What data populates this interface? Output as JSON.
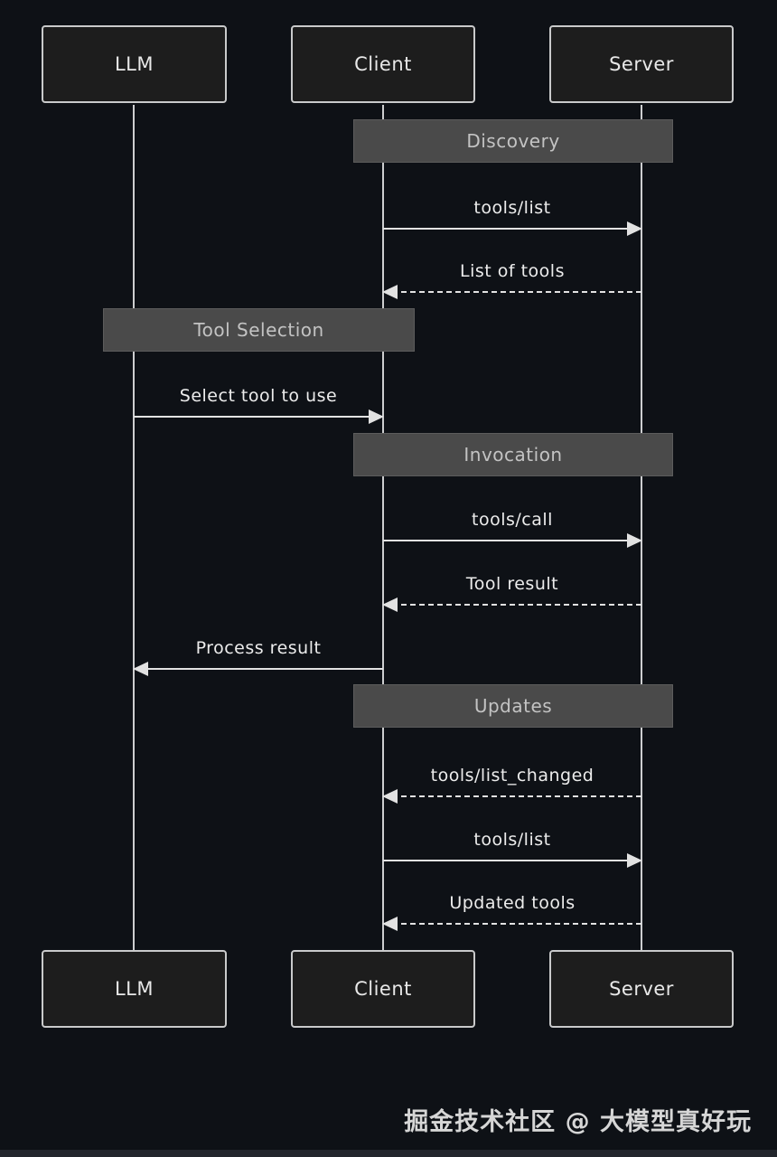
{
  "diagram": {
    "actors": [
      {
        "id": "llm",
        "label": "LLM"
      },
      {
        "id": "client",
        "label": "Client"
      },
      {
        "id": "server",
        "label": "Server"
      }
    ],
    "sections": [
      {
        "label": "Discovery"
      },
      {
        "label": "Tool Selection"
      },
      {
        "label": "Invocation"
      },
      {
        "label": "Updates"
      }
    ],
    "messages": [
      {
        "label": "tools/list",
        "from": "Client",
        "to": "Server",
        "style": "solid"
      },
      {
        "label": "List of tools",
        "from": "Server",
        "to": "Client",
        "style": "dashed"
      },
      {
        "label": "Select tool to use",
        "from": "LLM",
        "to": "Client",
        "style": "solid"
      },
      {
        "label": "tools/call",
        "from": "Client",
        "to": "Server",
        "style": "solid"
      },
      {
        "label": "Tool result",
        "from": "Server",
        "to": "Client",
        "style": "dashed"
      },
      {
        "label": "Process result",
        "from": "Client",
        "to": "LLM",
        "style": "solid"
      },
      {
        "label": "tools/list_changed",
        "from": "Server",
        "to": "Client",
        "style": "dashed"
      },
      {
        "label": "tools/list",
        "from": "Client",
        "to": "Server",
        "style": "solid"
      },
      {
        "label": "Updated tools",
        "from": "Server",
        "to": "Client",
        "style": "dashed"
      }
    ],
    "watermark": "掘金技术社区 @ 大模型真好玩",
    "colors": {
      "background": "#0e1116",
      "actor_fill": "#1d1d1d",
      "actor_border": "#c9cacb",
      "band_fill": "#4a4a4a",
      "band_text": "#c3c3c3",
      "line": "#e2e2e2",
      "message_text": "#ececec",
      "watermark_text": "#d6d6d6"
    }
  }
}
